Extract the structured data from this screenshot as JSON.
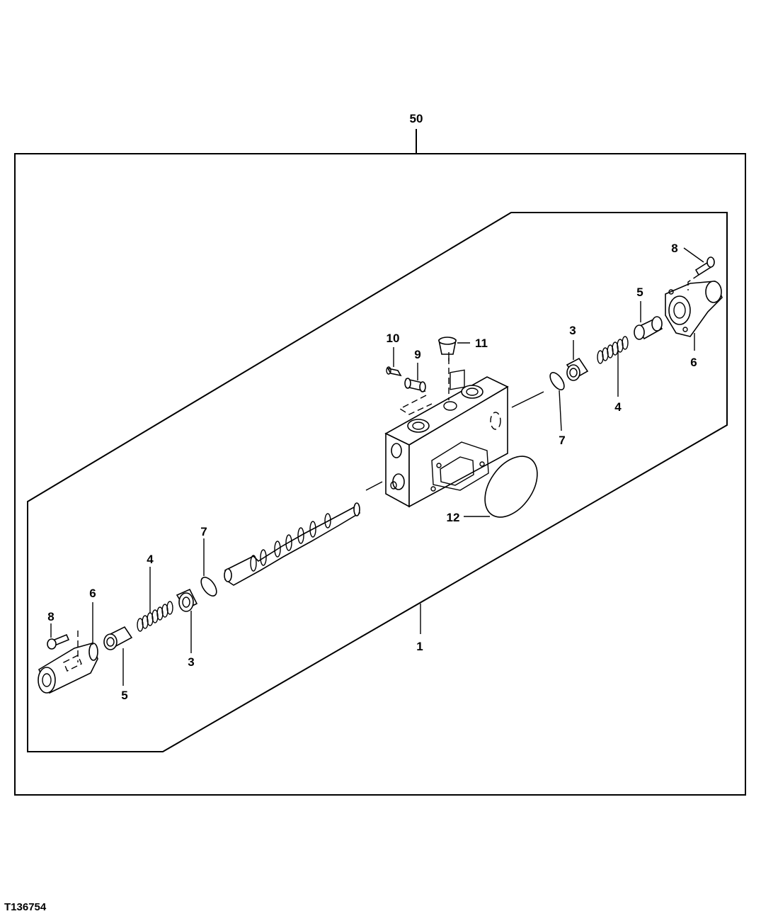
{
  "callouts": {
    "assembly": "50",
    "valve_section": "1",
    "upper_cap_3": "3",
    "upper_spring_4": "4",
    "upper_retainer_5": "5",
    "upper_cover_6": "6",
    "upper_oring_7": "7",
    "upper_screw_8": "8",
    "plug_9": "9",
    "screw_10": "10",
    "plug_11": "11",
    "oring_12": "12",
    "lower_cap_3": "3",
    "lower_spring_4": "4",
    "lower_retainer_5": "5",
    "lower_cover_6": "6",
    "lower_oring_7": "7",
    "lower_screw_8": "8"
  },
  "figure_id": "T136754"
}
